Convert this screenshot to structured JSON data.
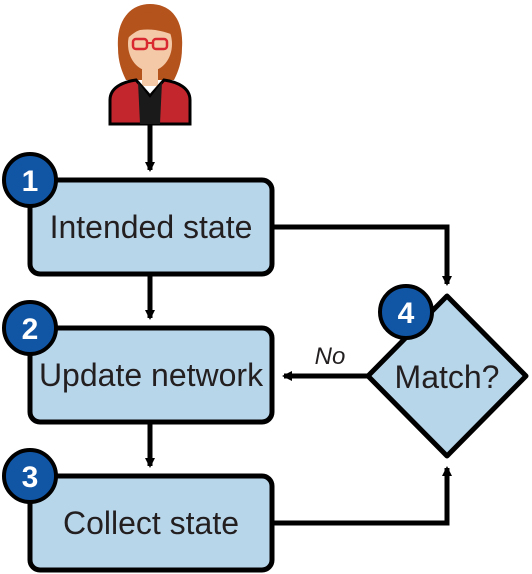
{
  "steps": [
    {
      "number": "1",
      "label": "Intended state"
    },
    {
      "number": "2",
      "label": "Update network"
    },
    {
      "number": "3",
      "label": "Collect state"
    }
  ],
  "decision": {
    "number": "4",
    "label": "Match?"
  },
  "edges": {
    "no_label": "No"
  },
  "colors": {
    "box_fill": "#b8d6ea",
    "stroke": "#000000",
    "badge_fill": "#1155a5",
    "badge_text": "#ffffff",
    "person_hair": "#b5531c",
    "person_skin": "#f3c9a8",
    "person_jacket": "#c4262e",
    "person_shirt": "#1a1a1a"
  },
  "icons": {
    "person": "person-icon"
  }
}
